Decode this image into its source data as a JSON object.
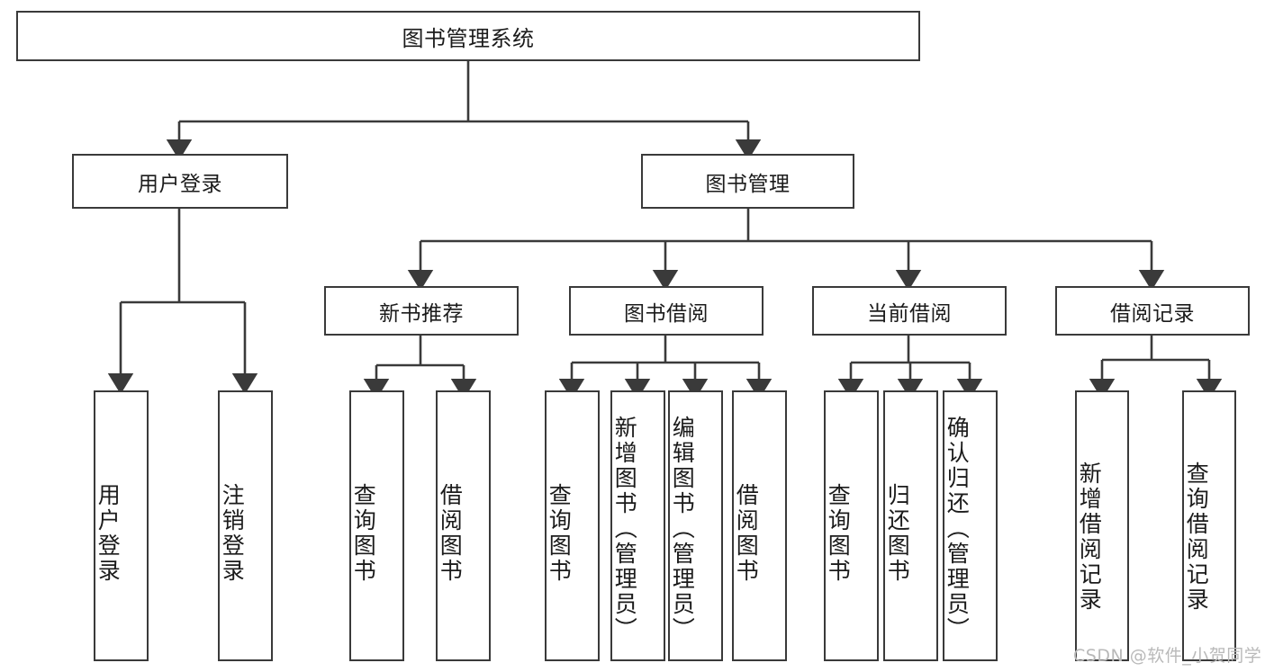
{
  "diagram": {
    "title": "图书管理系统",
    "type": "tree-hierarchy-diagram",
    "watermark": "CSDN @软件_小贺同学",
    "colors": {
      "background": "#ffffff",
      "stroke": "#3a3a3a",
      "text": "#1b1b1b",
      "watermark": "#b9b9b9"
    },
    "nodes": {
      "root": {
        "label": "图书管理系统"
      },
      "level2": [
        {
          "id": "user-login",
          "label": "用户登录"
        },
        {
          "id": "book-management",
          "label": "图书管理"
        }
      ],
      "level3": [
        {
          "id": "new-book-recommend",
          "label": "新书推荐"
        },
        {
          "id": "book-borrow",
          "label": "图书借阅"
        },
        {
          "id": "current-borrow",
          "label": "当前借阅"
        },
        {
          "id": "borrow-record",
          "label": "借阅记录"
        }
      ],
      "leaves": {
        "user_login": [
          {
            "id": "leaf-user-login",
            "label": "用户登录"
          },
          {
            "id": "leaf-logout-login",
            "label": "注销登录"
          }
        ],
        "new_book_recommend": [
          {
            "id": "leaf-query-book-1",
            "label": "查询图书"
          },
          {
            "id": "leaf-borrow-book-1",
            "label": "借阅图书"
          }
        ],
        "book_borrow": [
          {
            "id": "leaf-query-book-2",
            "label": "查询图书"
          },
          {
            "id": "leaf-add-book-admin",
            "label": "新增图书（管理员）"
          },
          {
            "id": "leaf-edit-book-admin",
            "label": "编辑图书（管理员）"
          },
          {
            "id": "leaf-borrow-book-2",
            "label": "借阅图书"
          }
        ],
        "current_borrow": [
          {
            "id": "leaf-query-book-3",
            "label": "查询图书"
          },
          {
            "id": "leaf-return-book",
            "label": "归还图书"
          },
          {
            "id": "leaf-confirm-return-admin",
            "label": "确认归还（管理员）"
          }
        ],
        "borrow_record": [
          {
            "id": "leaf-add-borrow-record",
            "label": "新增借阅记录"
          },
          {
            "id": "leaf-query-borrow-record",
            "label": "查询借阅记录"
          }
        ]
      }
    }
  }
}
